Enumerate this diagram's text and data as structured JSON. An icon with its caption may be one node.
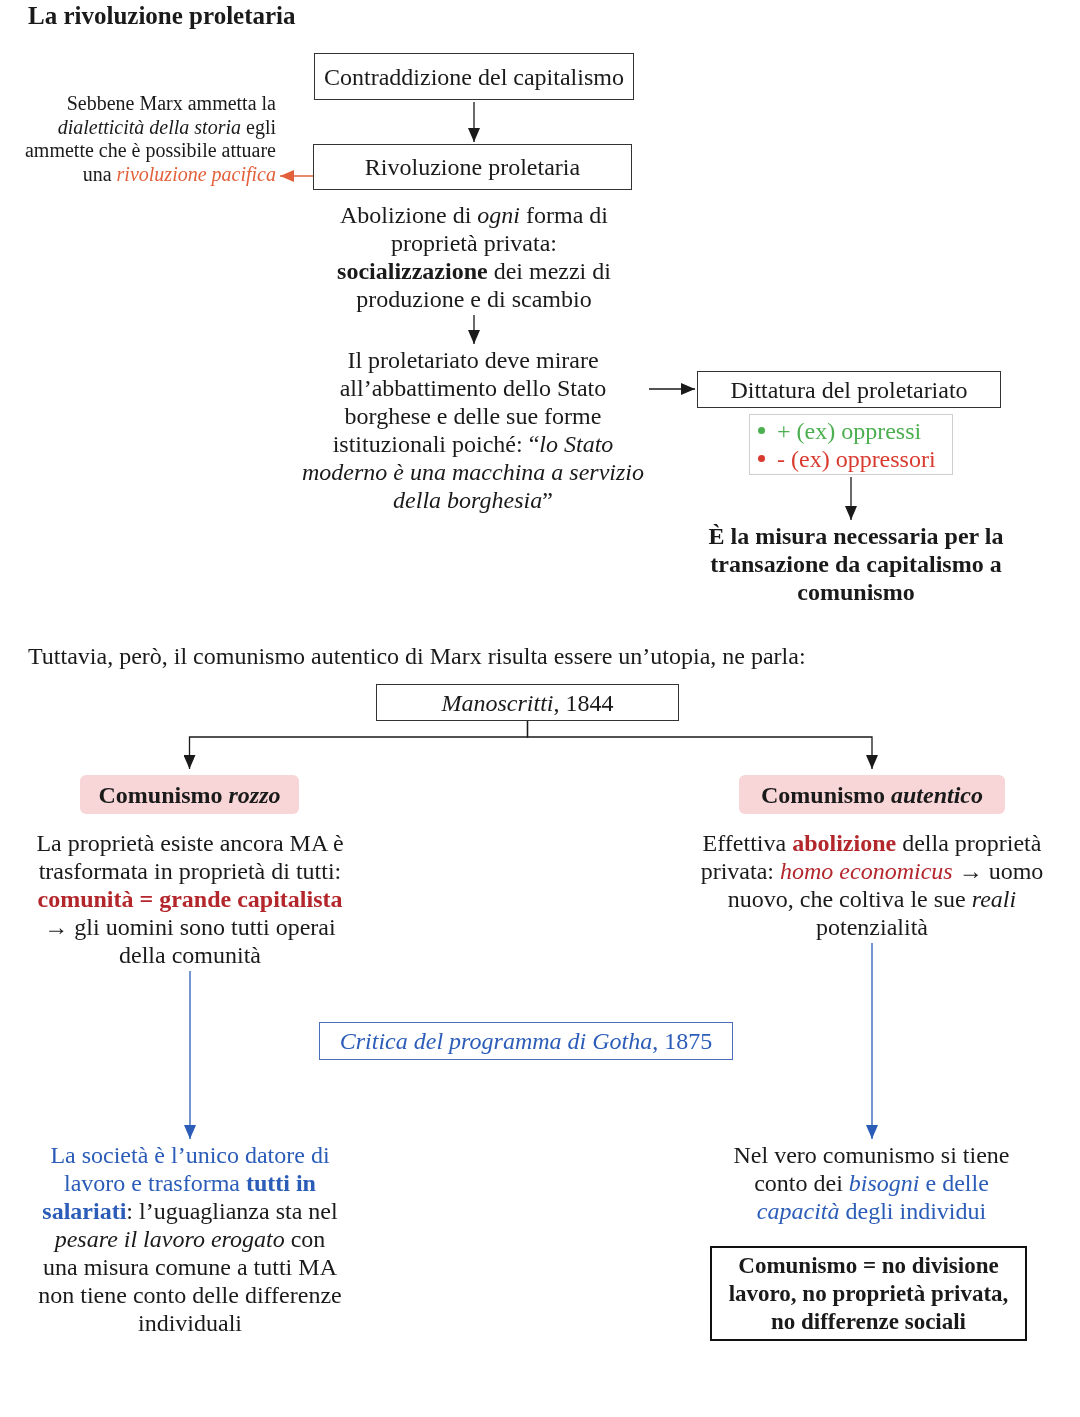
{
  "diagram": {
    "title": "La rivoluzione proletaria",
    "nodes": [
      {
        "text": [
          "Contraddizione del capitalismo"
        ]
      },
      {
        "text": [
          "Rivoluzione proletaria"
        ]
      },
      {
        "text": [
          "Sebbene Marx ammetta la *dialetticità della storia* egli ammette che è possibile attuare una *rivoluzione pacifica*"
        ]
      },
      {
        "text": [
          "Abolizione di *ogni* forma di proprietà privata: **socializzazione** dei mezzi di produzione e di scambio"
        ]
      },
      {
        "text": [
          "Il proletariato deve mirare all’abbattimento dello Stato borghese e delle sue forme istituzionali poiché: “*lo Stato moderno è una macchina a servizio della borghesia*”"
        ]
      },
      {
        "text": [
          "Dittatura del proletariato"
        ]
      },
      {
        "text": [
          "+ (ex) oppressi",
          "- (ex) oppressori"
        ]
      },
      {
        "text": [
          "È la misura necessaria per la transazione da capitalismo a comunismo"
        ]
      },
      {
        "text": [
          "*Manoscritti*, 1844"
        ]
      },
      {
        "text": [
          "Comunismo *rozzo*"
        ]
      },
      {
        "text": [
          "Comunismo *autentico*"
        ]
      },
      {
        "text": [
          "La proprietà esiste ancora MA è trasformata in proprietà di tutti: **comunità = grande capitalista** → gli uomini sono tutti operai della comunità"
        ]
      },
      {
        "text": [
          "Effettiva **abolizione** della proprietà privata: *homo economicus* → uomo nuovo, che coltiva le sue *reali* potenzialità"
        ]
      },
      {
        "text": [
          "*Critica del programma di Gotha*, 1875"
        ]
      },
      {
        "text": [
          "La società è l’unico datore di lavoro e trasforma **tutti in salariati**: l’uguaglianza sta nel *pesare il lavoro erogato* con una misura comune a tutti MA non tiene conto delle differenze individuali"
        ]
      },
      {
        "text": [
          "Nel vero comunismo si tiene conto dei *bisogni* e delle *capacità* degli individui"
        ]
      },
      {
        "text": [
          "Comunismo = no divisione lavoro, no proprietà privata, no differenze sociali"
        ]
      }
    ],
    "edges": [
      {
        "from": 0,
        "to": 1,
        "arrow": "to"
      },
      {
        "from": 1,
        "to": 2,
        "arrow": "to",
        "color": "#e2603a"
      },
      {
        "from": 3,
        "to": 4,
        "arrow": "to"
      },
      {
        "from": 4,
        "to": 5,
        "arrow": "to"
      },
      {
        "from": 6,
        "to": 7,
        "arrow": "to"
      },
      {
        "from": 8,
        "to": 9,
        "arrow": "to"
      },
      {
        "from": 8,
        "to": 10,
        "arrow": "to"
      },
      {
        "from": 11,
        "to": 14,
        "arrow": "to",
        "color": "#2b5cb8"
      },
      {
        "from": 12,
        "to": 15,
        "arrow": "to",
        "color": "#2b5cb8"
      }
    ],
    "labels": [
      "Tuttavia, però, il comunismo autentico di Marx risulta essere un’utopia, ne parla:"
    ]
  }
}
